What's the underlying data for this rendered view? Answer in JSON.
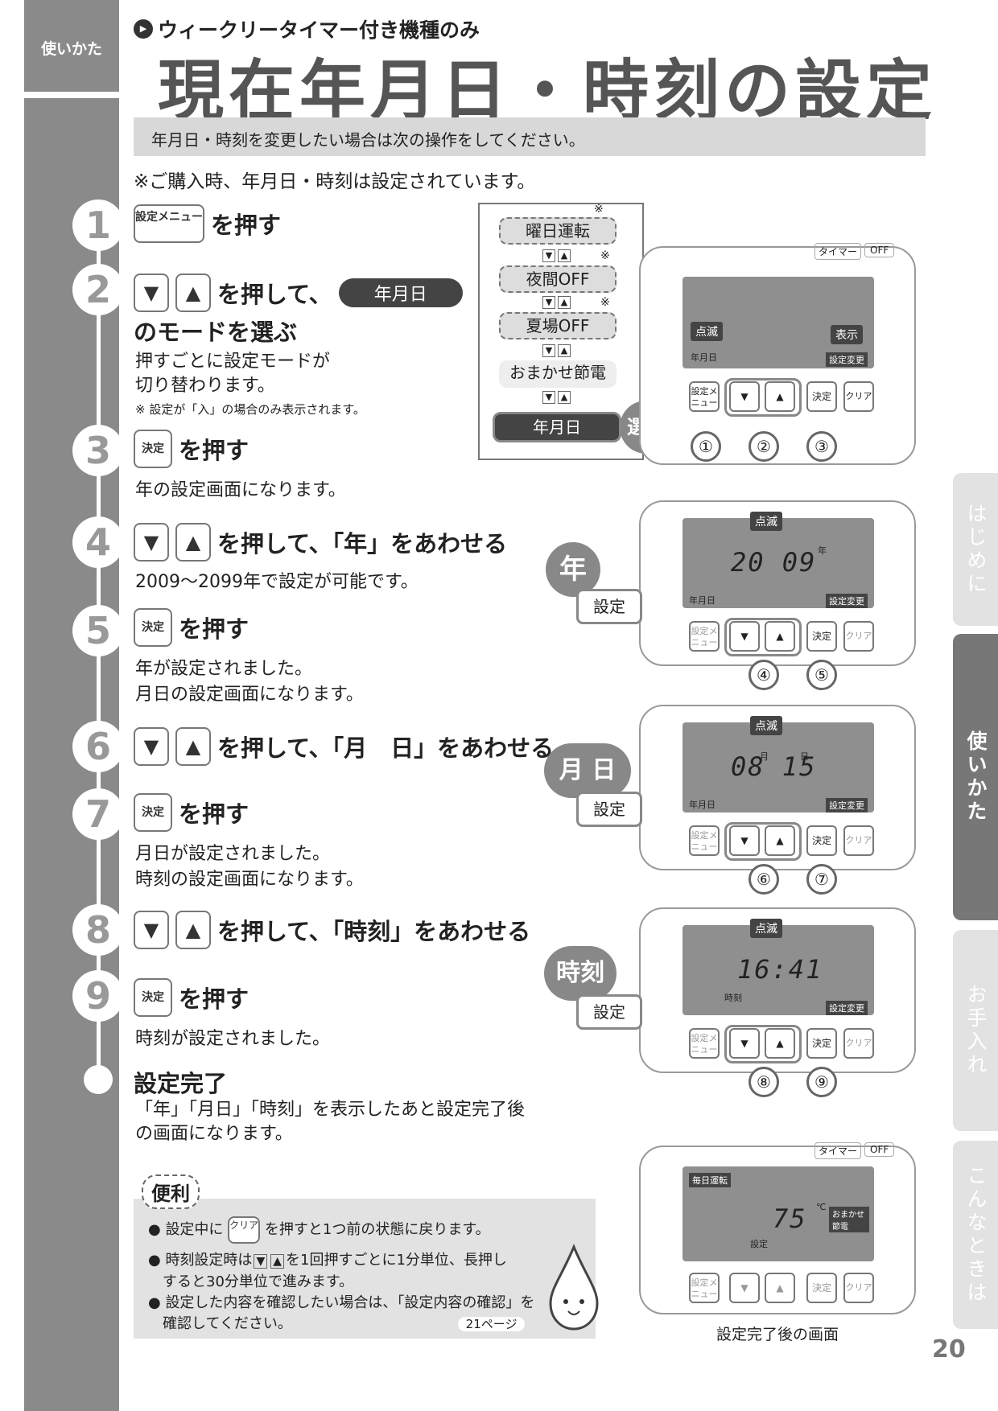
{
  "section_label": "使いかた",
  "subtitle": "ウィークリータイマー付き機種のみ",
  "title": "現在年月日・時刻の設定",
  "intro_band": "年月日・時刻を変更したい場合は次の操作をしてください。",
  "pre_note": "※ご購入時、年月日・時刻は設定されています。",
  "steps": [
    {
      "num": "1",
      "key": "設定メニュー",
      "action": "を押す"
    },
    {
      "num": "2",
      "action": "を押して、",
      "mode_pill": "年月日",
      "action2": "のモードを選ぶ",
      "desc": "押すごとに設定モードが",
      "desc2": "切り替わります。",
      "note": "※ 設定が「入」の場合のみ表示されます。"
    },
    {
      "num": "3",
      "key": "決定",
      "action": "を押す",
      "desc": "年の設定画面になります。"
    },
    {
      "num": "4",
      "action": "を押して、「年」をあわせる",
      "desc": "2009〜2099年で設定が可能です。"
    },
    {
      "num": "5",
      "key": "決定",
      "action": "を押す",
      "desc": "年が設定されました。",
      "desc2": "月日の設定画面になります。"
    },
    {
      "num": "6",
      "action": "を押して、「月　日」をあわせる"
    },
    {
      "num": "7",
      "key": "決定",
      "action": "を押す",
      "desc": "月日が設定されました。",
      "desc2": "時刻の設定画面になります。"
    },
    {
      "num": "8",
      "action": "を押して、「時刻」をあわせる"
    },
    {
      "num": "9",
      "key": "決定",
      "action": "を押す",
      "desc": "時刻が設定されました。"
    }
  ],
  "complete": {
    "title": "設定完了",
    "desc": "「年」「月日」「時刻」を表示したあと設定完了後",
    "desc2": "の画面になります。"
  },
  "mode_list": [
    "曜日運転",
    "夜間OFF",
    "夏場OFF",
    "おまかせ節電",
    "年月日"
  ],
  "mode_note_mark": "※",
  "erabu": "選ぶ",
  "panel_labels": {
    "blink": "点滅",
    "display": "表示",
    "ymd": "年月日",
    "setting_change": "設定変更",
    "setting_menu": "設定メニュー",
    "decide": "決定",
    "clear": "クリア",
    "timer": "タイマー",
    "off": "OFF",
    "set": "設定",
    "year_unit": "年",
    "month_unit": "月",
    "day_unit": "日",
    "time_unit": "時刻"
  },
  "lcd_values": {
    "year": "20 09",
    "monthday": "08 15",
    "time": "16:41",
    "temp": "75",
    "temp_unit": "℃",
    "weekly": "毎日運転",
    "omakase": "おまかせ節電"
  },
  "finger_numbers": [
    "①",
    "②",
    "③",
    "④",
    "⑤",
    "⑥",
    "⑦",
    "⑧",
    "⑨"
  ],
  "callouts": [
    {
      "big": "年",
      "set": "設定"
    },
    {
      "big": "月 日",
      "set": "設定"
    },
    {
      "big": "時刻",
      "set": "設定"
    }
  ],
  "side_tabs": [
    "はじめに",
    "使いかた",
    "お手入れ",
    "こんなときは"
  ],
  "benri": {
    "title": "便利",
    "b1a": "設定中に",
    "b1b": "を押すと1つ前の状態に戻ります。",
    "b2a": "時刻設定時は",
    "b2b": "を1回押すごとに1分単位、長押し",
    "b2c": "すると30分単位で進みます。",
    "b3a": "設定した内容を確認したい場合は、「設定内容の確認」を",
    "b3b": "確認してください。",
    "ref": "21ページ"
  },
  "final_caption": "設定完了後の画面",
  "page_number": "20"
}
